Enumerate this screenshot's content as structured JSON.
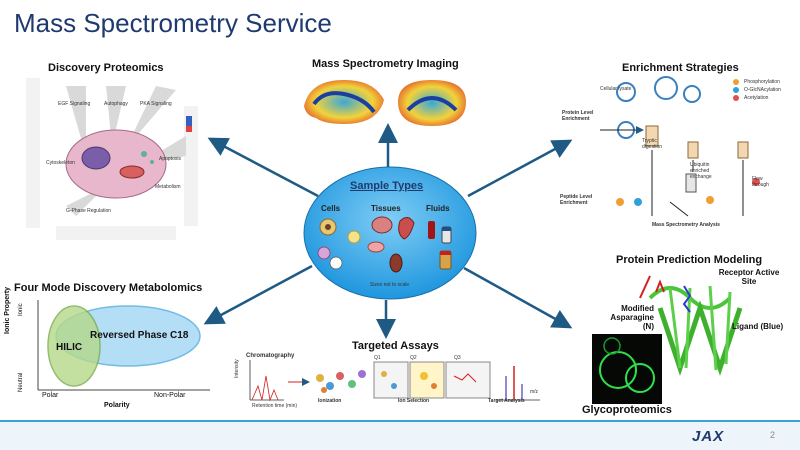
{
  "title": "Mass Spectrometry Service",
  "center": {
    "title": "Sample Types",
    "categories": [
      "Cells",
      "Tissues",
      "Fluids"
    ],
    "note": "Sizes not to scale"
  },
  "discovery_proteomics": {
    "title": "Discovery Proteomics",
    "labels": [
      "EGF Signaling",
      "Autophagy",
      "PKA Signaling",
      "Cytoskeleton",
      "Apoptosis",
      "Metabolism",
      "G-Phase Regulation"
    ]
  },
  "msi": {
    "title": "Mass Spectrometry Imaging"
  },
  "enrichment": {
    "title": "Enrichment Strategies",
    "protein_level": "Protein Level Enrichment",
    "peptide_level": "Peptide Level Enrichment",
    "cell_lysate": "Cellular lysate",
    "tryptic": "Tryptic digestion",
    "exchange": "Ubiquitin enriched exchange",
    "flow": "Flow through",
    "msa": "Mass Spectrometry Analysis",
    "legend": [
      "Phosphorylation",
      "O-GlcNAcylation",
      "Acetylation"
    ]
  },
  "ppm": {
    "title": "Protein Prediction Modeling",
    "receptor": "Receptor Active Site",
    "modified": "Modified Asparagine (N)",
    "ligand": "Ligand (Blue)"
  },
  "metabolomics": {
    "title": "Four Mode Discovery Metabolomics",
    "hilic": "HILIC",
    "rp": "Reversed Phase C18",
    "y_axis": "Ionic Property",
    "y_top": "Ionic",
    "y_bottom": "Neutral",
    "x_axis": "Polarity",
    "x_left": "Polar",
    "x_right": "Non-Polar"
  },
  "targeted": {
    "title": "Targeted Assays",
    "chromatography": "Chromatography",
    "ionization": "Ionization",
    "ion_selection": "Ion Selection",
    "target_analysis": "Target Analysis",
    "q1": "Q1",
    "q2": "Q2",
    "q3": "Q3",
    "intensity": "Intensity",
    "retention": "Retention time (min)",
    "mz": "m/z"
  },
  "glyco": {
    "title": "Glycoproteomics"
  },
  "footer": {
    "logo": "JAX",
    "page": "2"
  },
  "colors": {
    "title": "#1f3a6e",
    "arrow": "#1f5a85",
    "ellipse": "#29a3e6",
    "accent": "#3ba3d8"
  }
}
